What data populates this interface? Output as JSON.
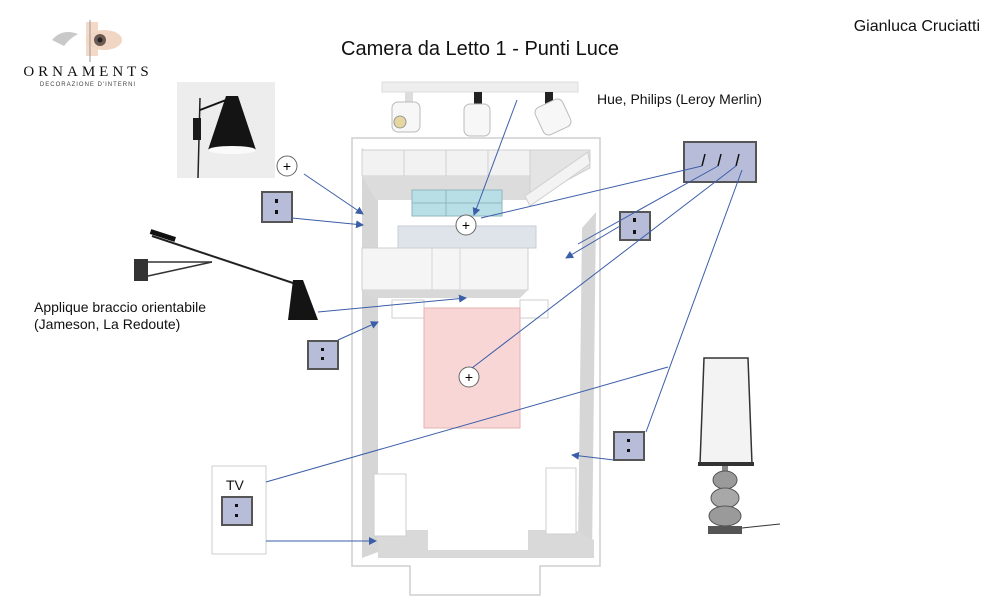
{
  "header": {
    "title": "Camera da Letto 1 - Punti Luce",
    "author": "Gianluca Cruciatti"
  },
  "logo": {
    "brand": "ORNAMENTS",
    "tagline": "DECORAZIONE D'INTERNI"
  },
  "labels": {
    "spot_light": "Hue, Philips (Leroy Merlin)",
    "applique_line1": "Applique braccio orientabile",
    "applique_line2": "(Jameson, La Redoute)",
    "tv": "TV"
  },
  "colors": {
    "switch_fill": "#b7bdd9",
    "bed_fill": "#f8d6d6",
    "wall_gray": "#d8d8d8",
    "arrow_blue": "#3b5ea8",
    "window_blue": "#b9dfe6"
  }
}
